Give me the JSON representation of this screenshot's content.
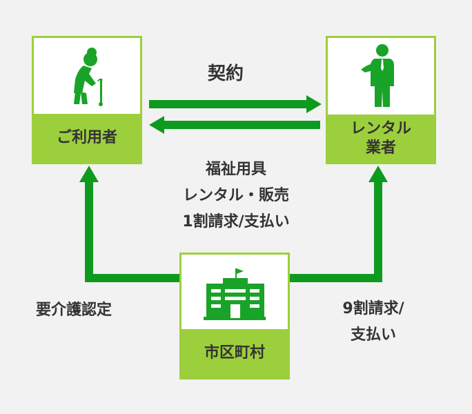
{
  "nodes": {
    "user": {
      "label": "ご利用者",
      "icon": "elderly-person-with-cane-icon"
    },
    "rental": {
      "label_line1": "レンタル",
      "label_line2": "業者",
      "icon": "businessman-icon"
    },
    "city": {
      "label": "市区町村",
      "icon": "city-hall-building-icon"
    }
  },
  "edges": {
    "contract": "契約",
    "middle": [
      "福祉用具",
      "レンタル・販売",
      "1割請求/支払い"
    ],
    "left": "要介護認定",
    "right": [
      "9割請求/",
      "支払い"
    ]
  },
  "colors": {
    "arrow": "#0e9a1e",
    "label_bg": "#9ccf3c",
    "icon": "#1aa329",
    "background": "#f2f2f2"
  }
}
